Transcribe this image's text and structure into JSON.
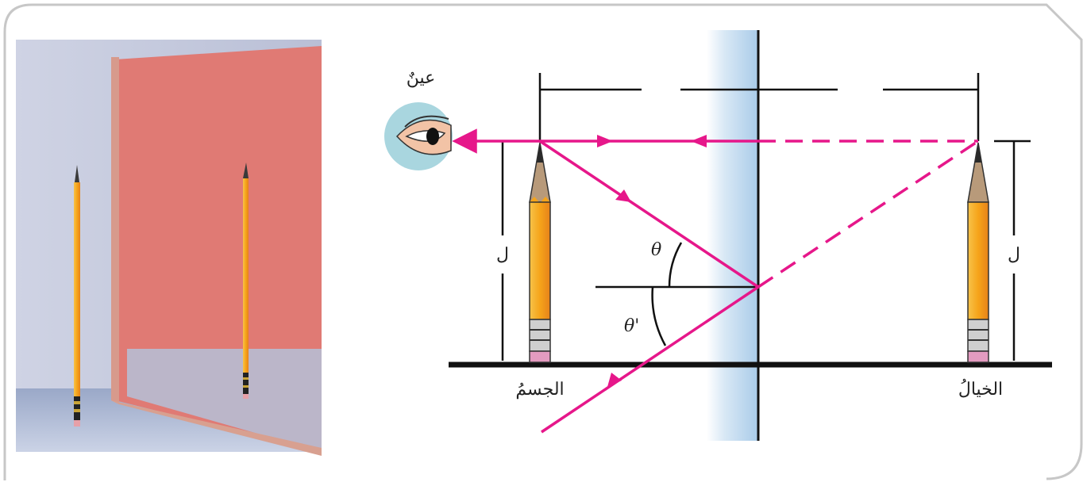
{
  "labels": {
    "eye": "عينٌ",
    "object": "الجسمُ",
    "image": "الخيالُ",
    "length_left": "ل",
    "length_right": "ل",
    "angle_incidence": "θ",
    "angle_reflection": "θ'"
  },
  "colors": {
    "ray": "#e6178a",
    "mirror_glass": "#c4dcf0",
    "wall_pink": "#e07a74",
    "pencil_body": "#f2a81c",
    "card_border": "#c7c7c7",
    "eye_circle": "#a9d6df"
  },
  "icons": {
    "eye": "eye-icon",
    "pencil": "pencil-icon"
  }
}
